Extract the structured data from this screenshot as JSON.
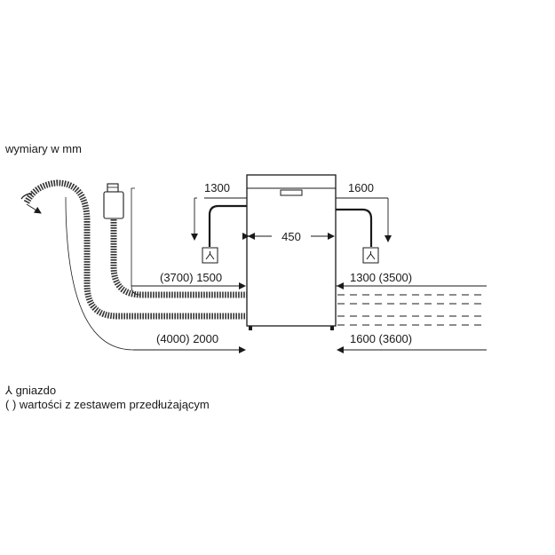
{
  "units_note": "wymiary w mm",
  "dimensions": {
    "width": "450",
    "left_cable_side": "1300",
    "right_cable_side": "1600",
    "left_hose_short": "(3700) 1500",
    "left_hose_long": "(4000) 2000",
    "right_hose_short": "1300 (3500)",
    "right_hose_long": "1600 (3600)"
  },
  "legend": {
    "socket_symbol": "⅄",
    "socket_label": "gniazdo",
    "extension_symbol": "( )",
    "extension_label": "wartości z zestawem przedłużającym"
  },
  "colors": {
    "line": "#1a1a1a",
    "hose": "#333333"
  }
}
